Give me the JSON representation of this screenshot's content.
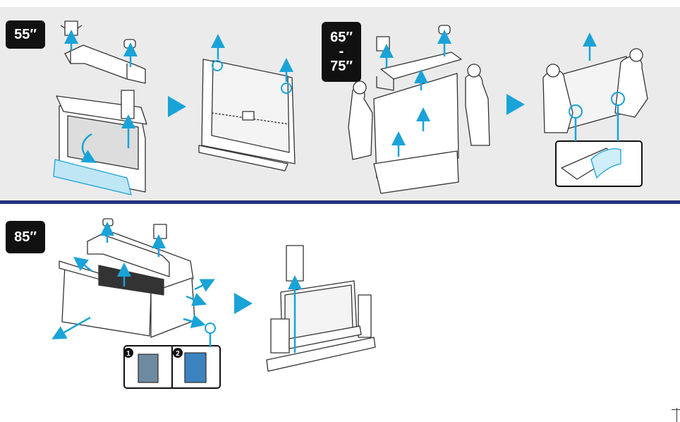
{
  "badges": {
    "size_55": "55″",
    "size_65": "65″",
    "size_sep": "-",
    "size_75": "75″",
    "size_85": "85″"
  },
  "step_numbers": {
    "first": "1",
    "second": "2"
  },
  "colors": {
    "panel_background": "#ebebeb",
    "divider": "#22337a",
    "accent_arrow": "#1aa3d8",
    "badge": "#111111"
  },
  "icons": {
    "next_step": "triangle-right-icon",
    "lift": "arrow-up-icon"
  }
}
